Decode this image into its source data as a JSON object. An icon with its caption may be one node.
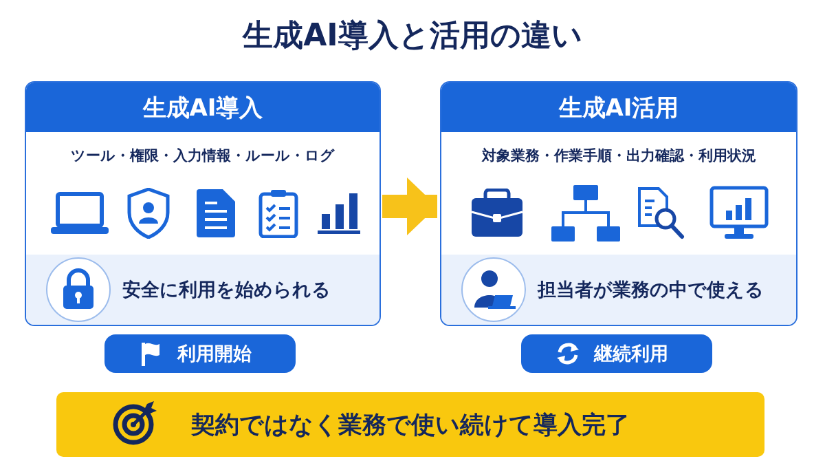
{
  "diagram": {
    "title": "生成AI導入と活用の違い",
    "nodes": [
      {
        "text": [
          "生成AI導入",
          "ツール・権限・入力情報・ルール・ログ"
        ]
      },
      {
        "text": [
          "安全に利用を始められる"
        ],
        "in": 0
      },
      {
        "text": [
          "生成AI活用",
          "対象業務・作業手順・出力確認・利用状況"
        ]
      },
      {
        "text": [
          "担当者が業務の中で使える"
        ],
        "in": 2
      },
      {
        "text": [
          "利用開始"
        ]
      },
      {
        "text": [
          "継続利用"
        ]
      },
      {
        "text": [
          "契約ではなく業務で使い続けて導入完了"
        ]
      }
    ],
    "edges": [
      {
        "from": 0,
        "to": 2,
        "arrow": "to"
      }
    ]
  }
}
